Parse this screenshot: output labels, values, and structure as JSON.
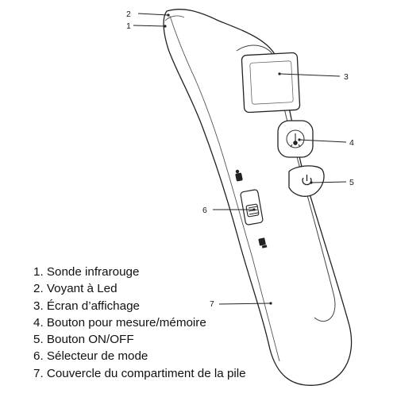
{
  "callouts": [
    "1",
    "2",
    "3",
    "4",
    "5",
    "6",
    "7"
  ],
  "legend": [
    "1. Sonde infrarouge",
    "2. Voyant à Led",
    "3. Écran d’affichage",
    "4. Bouton pour mesure/mémoire",
    "5. Bouton ON/OFF",
    "6. Sélecteur de mode",
    "7. Couvercle du compartiment de la pile"
  ],
  "colors": {
    "outline": "#222222",
    "text": "#111111",
    "background": "#ffffff"
  },
  "icons": [
    "thermometer-icon",
    "power-icon",
    "body-mode-icon",
    "surface-mode-icon"
  ]
}
